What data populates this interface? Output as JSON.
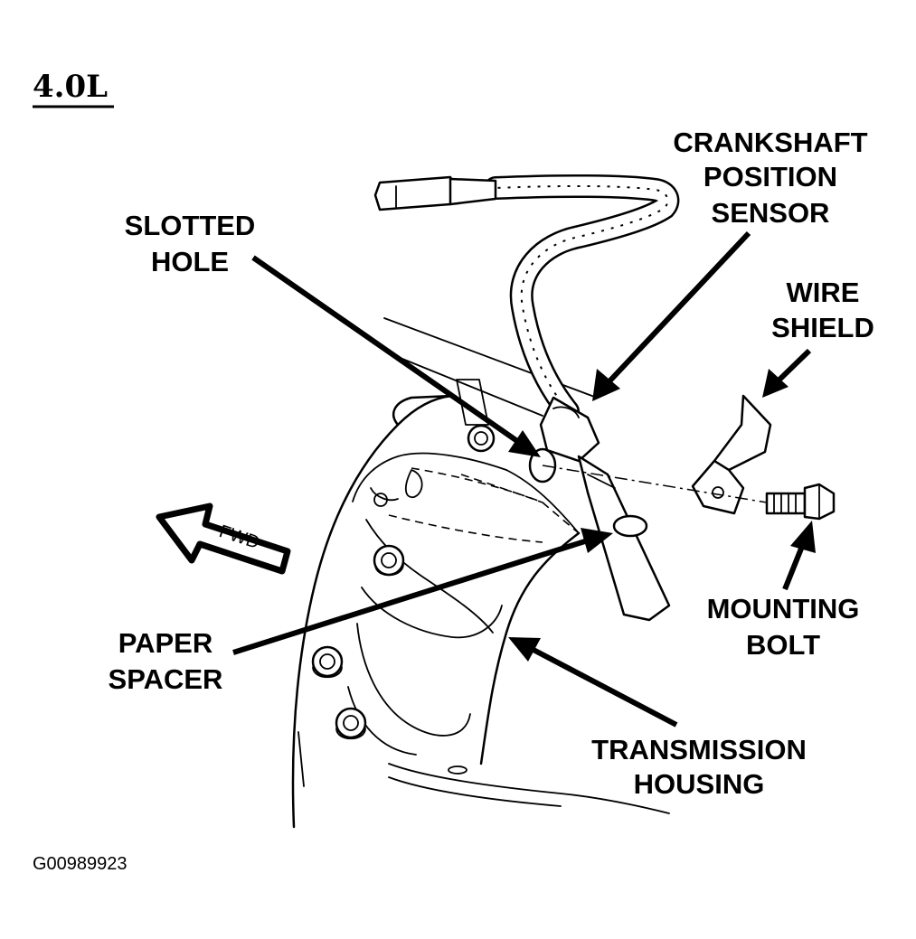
{
  "engine_label": "4.0L",
  "callouts": {
    "crankshaft_position_sensor": [
      "CRANKSHAFT",
      "POSITION",
      "SENSOR"
    ],
    "slotted_hole": [
      "SLOTTED",
      "HOLE"
    ],
    "wire_shield": [
      "WIRE",
      "SHIELD"
    ],
    "mounting_bolt": [
      "MOUNTING",
      "BOLT"
    ],
    "paper_spacer": [
      "PAPER",
      "SPACER"
    ],
    "transmission_housing": [
      "TRANSMISSION",
      "HOUSING"
    ]
  },
  "direction_label": "FWD",
  "figure_code": "G00989923"
}
